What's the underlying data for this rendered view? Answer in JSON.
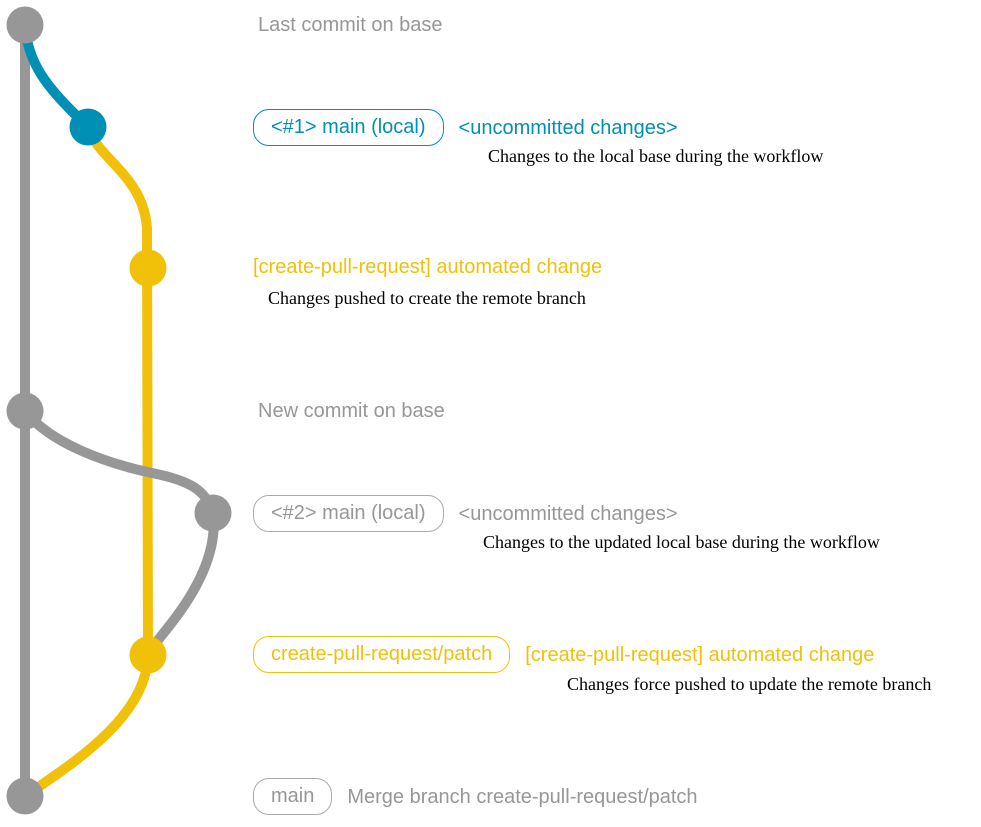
{
  "colors": {
    "base_gray": "#979797",
    "main_local_blue": "#008fb5",
    "patch_yellow": "#f1c109",
    "note_black": "#000000",
    "background": "#ffffff"
  },
  "graph": {
    "branches": [
      {
        "name": "base",
        "color": "#979797"
      },
      {
        "name": "main-local",
        "color": "#008fb5"
      },
      {
        "name": "create-pull-request-patch",
        "color": "#f1c109"
      }
    ],
    "commits": [
      {
        "name": "last-commit-on-base",
        "color": "#979797"
      },
      {
        "name": "main-local-1-commit",
        "color": "#008fb5"
      },
      {
        "name": "automated-change-commit-1",
        "color": "#f1c109"
      },
      {
        "name": "new-commit-on-base",
        "color": "#979797"
      },
      {
        "name": "main-local-2-commit",
        "color": "#979797"
      },
      {
        "name": "automated-change-commit-2",
        "color": "#f1c109"
      },
      {
        "name": "merge-commit",
        "color": "#979797"
      }
    ]
  },
  "rows": {
    "r1": {
      "message": "Last commit on base"
    },
    "r2": {
      "badge": "<#1> main (local)",
      "message": "<uncommitted changes>",
      "note": "Changes to the local base during the workflow"
    },
    "r3": {
      "message": "[create-pull-request] automated change",
      "note": "Changes pushed to create the remote branch"
    },
    "r4": {
      "message": "New commit on base"
    },
    "r5": {
      "badge": "<#2> main (local)",
      "message": "<uncommitted changes>",
      "note": "Changes to the updated local base during the workflow"
    },
    "r6": {
      "badge": "create-pull-request/patch",
      "message": "[create-pull-request] automated change",
      "note": "Changes force pushed to update the remote branch"
    },
    "r7": {
      "badge": "main",
      "message": "Merge branch create-pull-request/patch"
    }
  }
}
